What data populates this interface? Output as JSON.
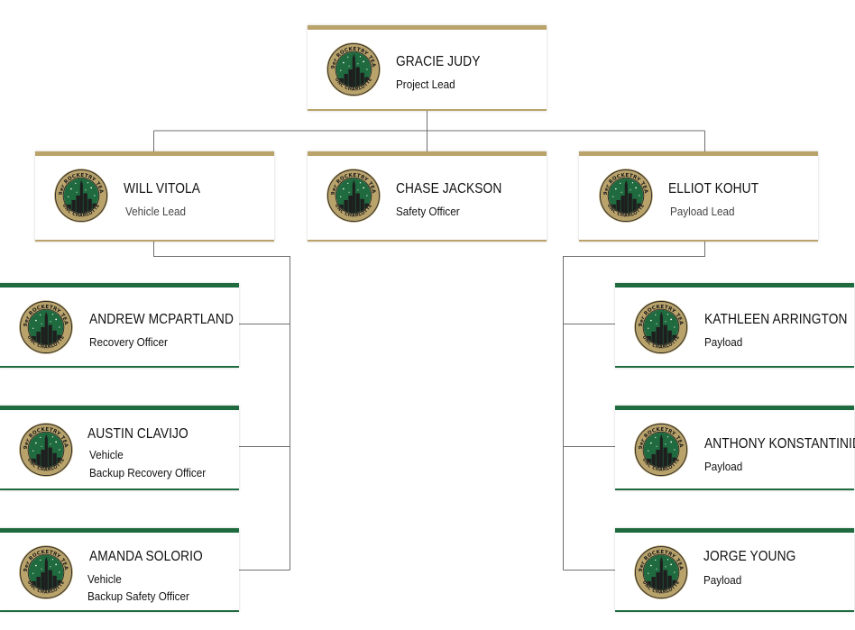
{
  "theme": {
    "gold": "#b9a36b",
    "green": "#1f6b3f",
    "line": "#6f6f6f"
  },
  "logo": {
    "icon": "rocketry-team-badge-icon",
    "top_text": "49er ROCKETRY TEAM",
    "bottom_text": "UNC CHARLOTTE"
  },
  "members": {
    "gracie": {
      "name": "GRACIE JUDY",
      "role": "Project Lead"
    },
    "will": {
      "name": "WILL VITOLA",
      "role": "Vehicle Lead"
    },
    "chase": {
      "name": "CHASE JACKSON",
      "role": "Safety Officer"
    },
    "elliot": {
      "name": "ELLIOT KOHUT",
      "role": "Payload Lead"
    },
    "andrew": {
      "name": "ANDREW MCPARTLAND",
      "role": "Recovery Officer"
    },
    "austin": {
      "name": "AUSTIN CLAVIJO",
      "role_line1": "Vehicle",
      "role_line2": "Backup Recovery Officer"
    },
    "amanda": {
      "name": "AMANDA SOLORIO",
      "role_line1": "Vehicle",
      "role_line2": "Backup Safety Officer"
    },
    "kathleen": {
      "name": "KATHLEEN ARRINGTON",
      "role": "Payload"
    },
    "anthony": {
      "name": "ANTHONY KONSTANTINIDI",
      "role": "Payload"
    },
    "jorge": {
      "name": "JORGE YOUNG",
      "role": "Payload"
    }
  }
}
